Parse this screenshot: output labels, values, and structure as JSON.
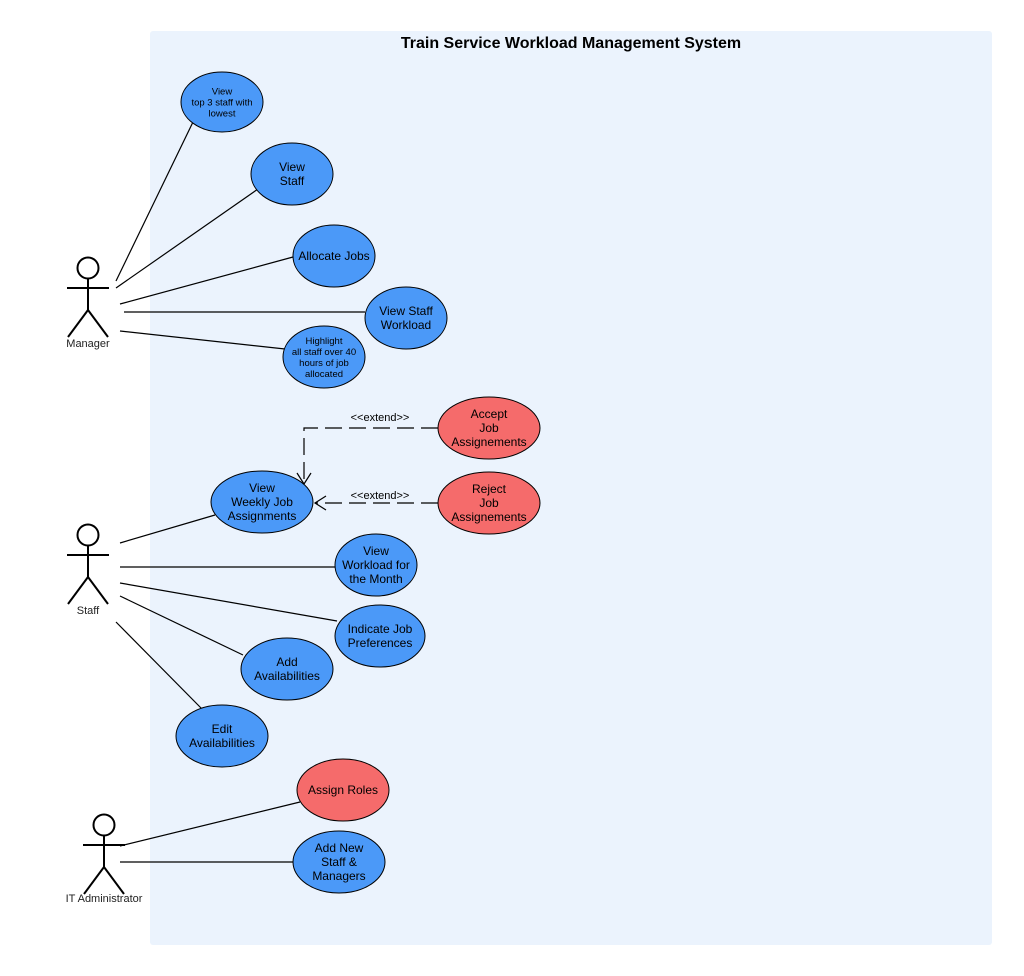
{
  "system": {
    "title": "Train Service Workload Management System"
  },
  "colors": {
    "system_bg": "#ebf3fd",
    "usecase_blue": "#4b99f8",
    "usecase_red": "#f56b6b",
    "stroke": "#000000"
  },
  "actors": [
    {
      "id": "manager",
      "label": "Manager"
    },
    {
      "id": "staff",
      "label": "Staff"
    },
    {
      "id": "it_admin",
      "label": "IT Administrator"
    }
  ],
  "use_cases": [
    {
      "id": "view_top3",
      "lines": [
        "View",
        "top 3 staff with",
        "lowest"
      ],
      "color": "blue",
      "actor": "manager"
    },
    {
      "id": "view_staff",
      "lines": [
        "View",
        "Staff"
      ],
      "color": "blue",
      "actor": "manager"
    },
    {
      "id": "allocate_jobs",
      "lines": [
        "Allocate Jobs"
      ],
      "color": "blue",
      "actor": "manager"
    },
    {
      "id": "view_staff_workload",
      "lines": [
        "View Staff",
        "Workload"
      ],
      "color": "blue",
      "actor": "manager"
    },
    {
      "id": "highlight",
      "lines": [
        "Highlight",
        "all staff over 40",
        "hours of job",
        "allocated"
      ],
      "color": "blue",
      "actor": "manager"
    },
    {
      "id": "accept_job",
      "lines": [
        "Accept",
        "Job",
        "Assignements"
      ],
      "color": "red",
      "actor": null
    },
    {
      "id": "view_weekly",
      "lines": [
        "View",
        "Weekly Job",
        "Assignments"
      ],
      "color": "blue",
      "actor": "staff"
    },
    {
      "id": "reject_job",
      "lines": [
        "Reject",
        "Job",
        "Assignements"
      ],
      "color": "red",
      "actor": null
    },
    {
      "id": "view_workload_month",
      "lines": [
        "View",
        "Workload for",
        "the Month"
      ],
      "color": "blue",
      "actor": "staff"
    },
    {
      "id": "indicate_pref",
      "lines": [
        "Indicate Job",
        "Preferences"
      ],
      "color": "blue",
      "actor": "staff"
    },
    {
      "id": "add_avail",
      "lines": [
        "Add",
        "Availabilities"
      ],
      "color": "blue",
      "actor": "staff"
    },
    {
      "id": "edit_avail",
      "lines": [
        "Edit",
        "Availabilities"
      ],
      "color": "blue",
      "actor": "staff"
    },
    {
      "id": "assign_roles",
      "lines": [
        "Assign Roles"
      ],
      "color": "red",
      "actor": "it_admin"
    },
    {
      "id": "add_new_staff",
      "lines": [
        "Add New",
        "Staff &",
        "Managers"
      ],
      "color": "blue",
      "actor": "it_admin"
    }
  ],
  "extends": [
    {
      "from": "accept_job",
      "to": "view_weekly",
      "label": "<<extend>>"
    },
    {
      "from": "reject_job",
      "to": "view_weekly",
      "label": "<<extend>>"
    }
  ]
}
